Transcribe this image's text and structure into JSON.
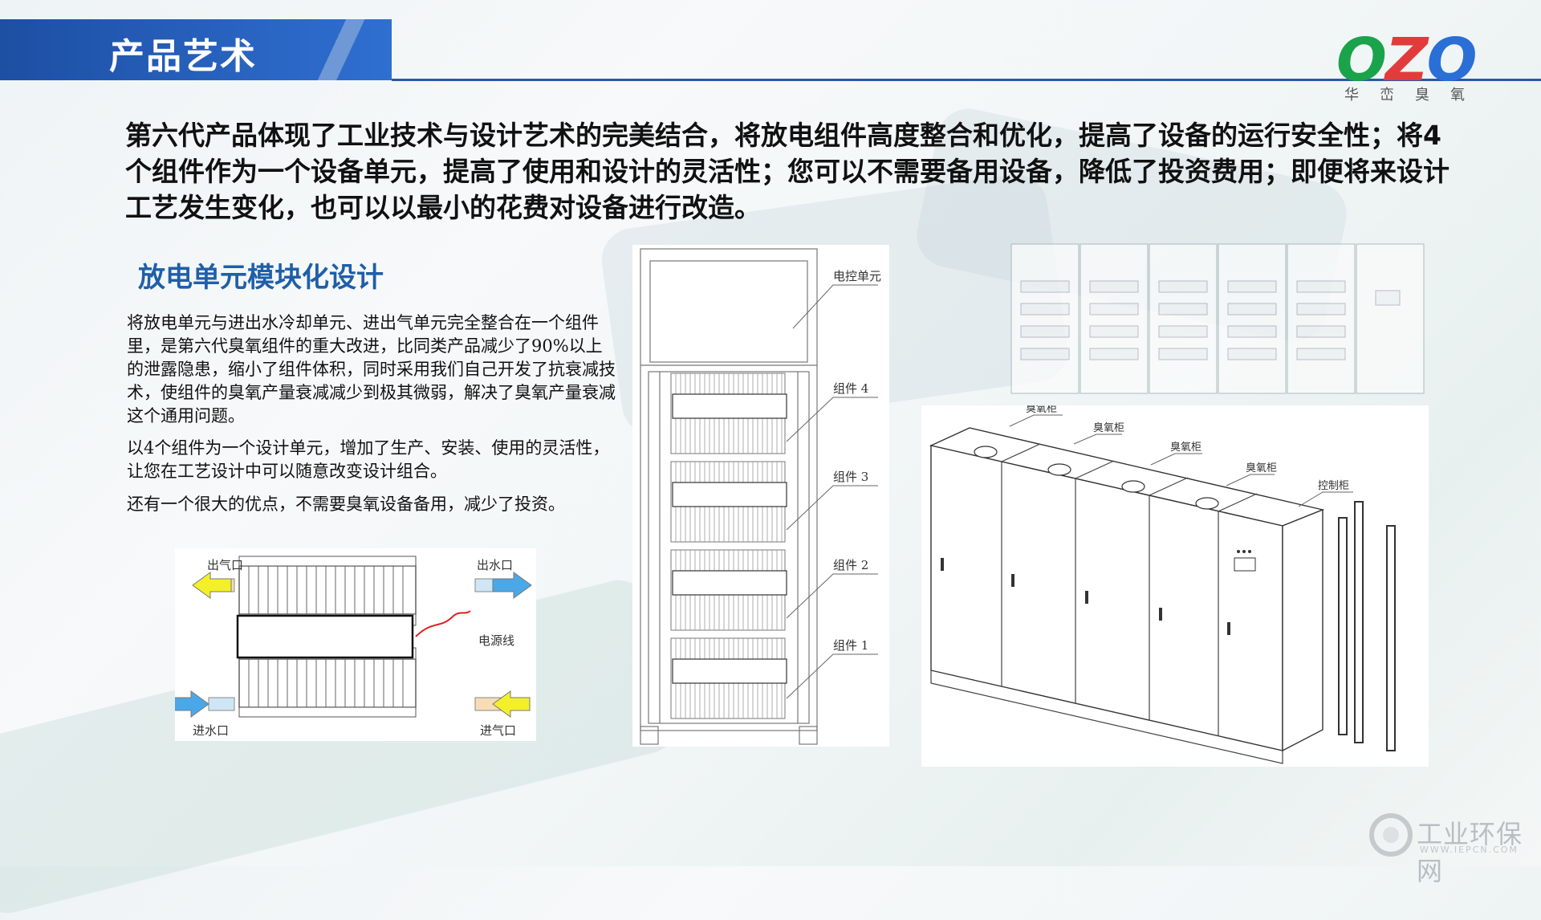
{
  "header": {
    "title": "产品艺术"
  },
  "logo": {
    "mark": "OZO",
    "subtitle": "华峦臭氧"
  },
  "intro": {
    "text": "第六代产品体现了工业技术与设计艺术的完美结合，将放电组件高度整合和优化，提高了设备的运行安全性；将4个组件作为一个设备单元，提高了使用和设计的灵活性；您可以不需要备用设备，降低了投资费用；即便将来设计工艺发生变化，也可以以最小的花费对设备进行改造。"
  },
  "section": {
    "title": "放电单元模块化设计",
    "paragraphs": [
      "将放电单元与进出水冷却单元、进出气单元完全整合在一个组件里，是第六代臭氧组件的重大改进，比同类产品减少了90%以上的泄露隐患，缩小了组件体积，同时采用我们自己开发了抗衰减技术，使组件的臭氧产量衰减减少到极其微弱，解决了臭氧产量衰减这个通用问题。",
      "以4个组件为一个设计单元，增加了生产、安装、使用的灵活性，让您在工艺设计中可以随意改变设计组合。",
      "还有一个很大的优点，不需要臭氧设备备用，减少了投资。"
    ]
  },
  "module_diagram": {
    "gas_out": "出气口",
    "water_out": "出水口",
    "power_cable": "电源线",
    "water_in": "进水口",
    "gas_in": "进气口"
  },
  "cabinet_diagram": {
    "control_unit": "电控单元",
    "components": [
      "组件 4",
      "组件 3",
      "组件 2",
      "组件 1"
    ]
  },
  "iso_diagram": {
    "labels": [
      "臭氧柜",
      "臭氧柜",
      "臭氧柜",
      "臭氧柜",
      "控制柜"
    ]
  },
  "watermark": {
    "text": "工业环保网",
    "url": "WWW.IEPCN.COM"
  },
  "colors": {
    "header_blue": "#1d4fa3",
    "title_blue": "#1f5fa8",
    "logo_green": "#1aa34a",
    "logo_red": "#e23b3b",
    "logo_blue": "#2a6fd6"
  }
}
